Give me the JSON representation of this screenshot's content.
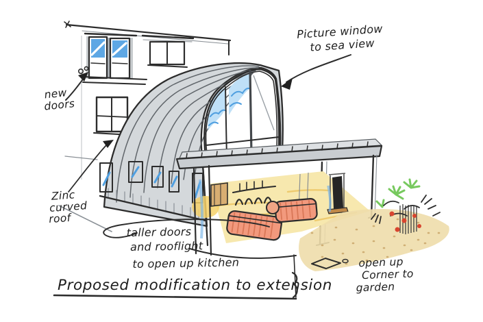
{
  "title": {
    "text": "Proposed modification to extension"
  },
  "annotations": {
    "picture_window": {
      "line1": "Picture window",
      "line2": "to sea view"
    },
    "new_doors": {
      "line1": "new",
      "line2": "doors"
    },
    "zinc_roof": {
      "line1": "Zinc",
      "line2": "curved",
      "line3": "roof"
    },
    "taller_doors": {
      "line1": "taller doors",
      "line2": "and rooflight",
      "line3": "to open up kitchen"
    },
    "open_corner": {
      "line1": "open up",
      "line2": "Corner to",
      "line3": "garden"
    }
  },
  "colors": {
    "ink": "#2c2c2c",
    "zinc_grey": "#d4d8db",
    "canopy_grey": "#c9cdd1",
    "canopy_top": "#dde0e3",
    "glass_blue": "#5ea7e4",
    "sky_blue": "#bfe0f7",
    "sky_stroke": "#4f9fe0",
    "floor_yellow": "#f7e8ae",
    "floor_stroke": "#eecb6f",
    "glow_yellow": "#f6d169",
    "sofa_coral": "#f2997d",
    "sofa_stripe": "#d97757",
    "sand_beige": "#eeddab",
    "sand_dot": "#cfae74",
    "leaf_green": "#77c95e",
    "flower_red": "#d8452f",
    "cabinet_tan": "#d8ae72",
    "step_brown": "#c08948"
  }
}
